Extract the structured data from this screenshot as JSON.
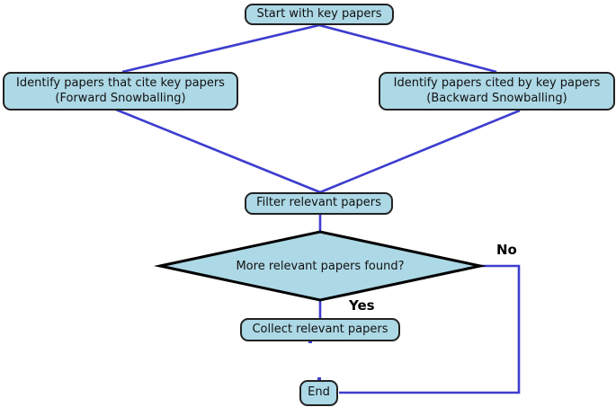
{
  "nodes": {
    "start": {
      "label": "Start with key papers"
    },
    "forward": {
      "line1": "Identify papers that cite key papers",
      "line2": "(Forward Snowballing)"
    },
    "backward": {
      "line1": "Identify papers cited by key papers",
      "line2": "(Backward Snowballing)"
    },
    "filter": {
      "label": "Filter relevant papers"
    },
    "decision": {
      "label": "More relevant papers found?"
    },
    "collect": {
      "label": "Collect relevant papers"
    },
    "end": {
      "label": "End"
    }
  },
  "edge_labels": {
    "yes": "Yes",
    "no": "No"
  },
  "colors": {
    "node_fill": "#add8e6",
    "node_border": "#222222",
    "edge": "#3d3dcf",
    "text": "#111111",
    "background": "#ffffff"
  }
}
